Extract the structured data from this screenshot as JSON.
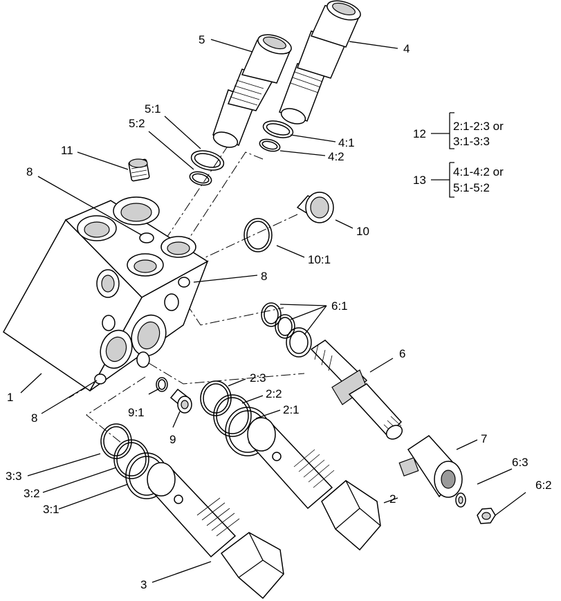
{
  "callouts": {
    "c1": "1",
    "c2": "2",
    "c3": "3",
    "c4": "4",
    "c5": "5",
    "c6": "6",
    "c7": "7",
    "c8a": "8",
    "c8b": "8",
    "c8c": "8",
    "c9": "9",
    "c10": "10",
    "c11": "11",
    "c2_1": "2:1",
    "c2_2": "2:2",
    "c2_3": "2:3",
    "c3_1": "3:1",
    "c3_2": "3:2",
    "c3_3": "3:3",
    "c4_1": "4:1",
    "c4_2": "4:2",
    "c5_1": "5:1",
    "c5_2": "5:2",
    "c6_1": "6:1",
    "c6_2": "6:2",
    "c6_3": "6:3",
    "c9_1": "9:1",
    "c10_1": "10:1"
  },
  "kits": [
    {
      "number": "12",
      "line1": "2:1-2:3 or",
      "line2": "3:1-3:3"
    },
    {
      "number": "13",
      "line1": "4:1-4:2 or",
      "line2": "5:1-5:2"
    }
  ]
}
